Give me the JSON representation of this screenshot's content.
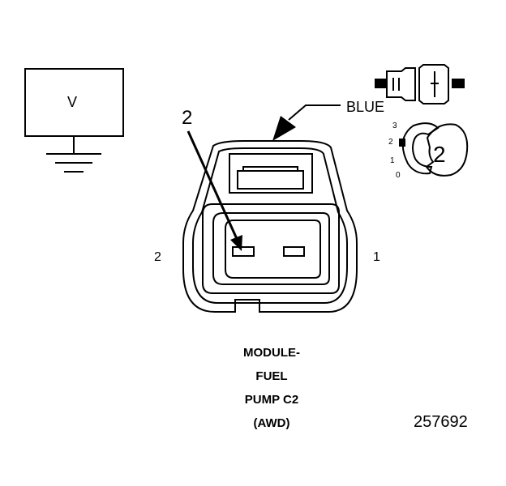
{
  "meter": {
    "label": "V"
  },
  "pointer": {
    "label": "2"
  },
  "wire": {
    "color_label": "BLUE"
  },
  "pins": {
    "left": "2",
    "right": "1"
  },
  "lock_positions": [
    "3",
    "2",
    "1",
    "0"
  ],
  "lock_lever": {
    "label": "2"
  },
  "title_lines": [
    "MODULE-",
    "FUEL",
    "PUMP C2",
    "(AWD)"
  ],
  "figure_number": "257692"
}
